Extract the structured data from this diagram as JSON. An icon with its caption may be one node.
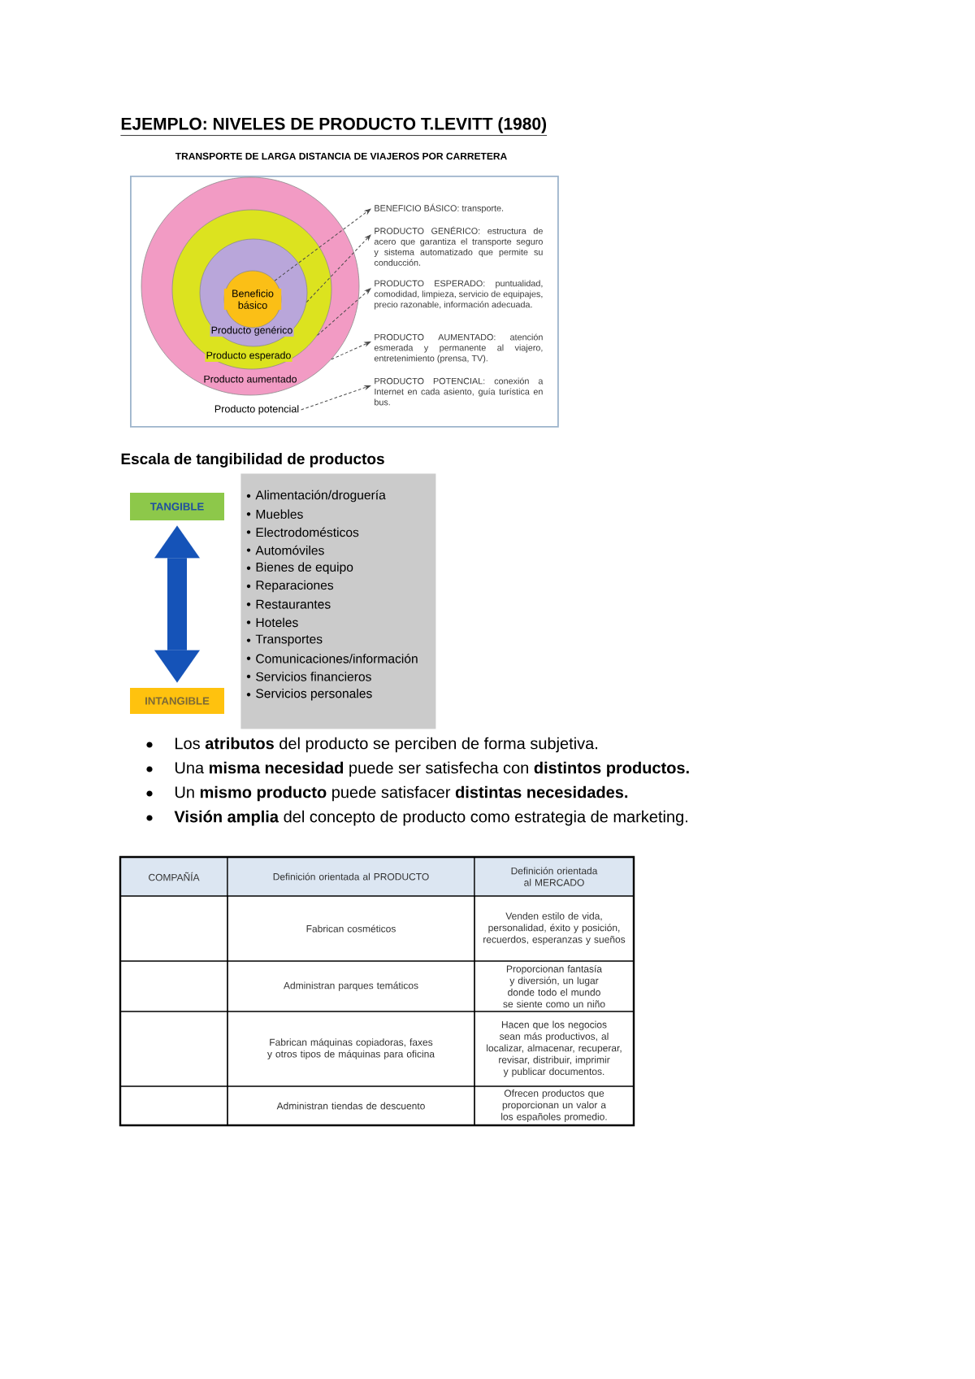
{
  "diagram": {
    "title": "EJEMPLO: NIVELES DE PRODUCTO T.LEVITT (1980)",
    "nodes": [
      {
        "text": [
          "TRANSPORTE DE LARGA DISTANCIA DE VIAJEROS POR CARRETERA"
        ]
      },
      {
        "text": [
          "Producto aumentado"
        ],
        "in": 0
      },
      {
        "text": [
          "Producto esperado"
        ],
        "in": 1
      },
      {
        "text": [
          "Producto genérico"
        ],
        "in": 2
      },
      {
        "text": [
          "Beneficio básico"
        ],
        "in": 3
      },
      {
        "text": [
          "Producto potencial"
        ],
        "in": 0
      },
      {
        "text": [
          "BENEFICIO BÁSICO: transporte."
        ],
        "in": 0
      },
      {
        "text": [
          "PRODUCTO GENÉRICO: estructura de acero que garantiza el transporte seguro y sistema automatizado que permite su conducción."
        ],
        "in": 0
      },
      {
        "text": [
          "PRODUCTO ESPERADO: puntualidad, comodidad, limpieza, servicio de equipajes, precio razonable, información adecuada."
        ],
        "in": 0
      },
      {
        "text": [
          "PRODUCTO AUMENTADO: atención esmerada y permanente al viajero, entretenimiento (prensa, TV)."
        ],
        "in": 0
      },
      {
        "text": [
          "PRODUCTO POTENCIAL: conexión a Internet en cada asiento, guía turística en bus."
        ],
        "in": 0
      },
      {
        "text": [
          "TANGIBLE"
        ]
      },
      {
        "text": [
          "Alimentación/droguería",
          "Muebles",
          "Electrodomésticos",
          "Automóviles",
          "Bienes de equipo",
          "Reparaciones",
          "Restaurantes",
          "Hoteles",
          "Transportes",
          "Comunicaciones/información",
          "Servicios financieros",
          "Servicios personales"
        ]
      },
      {
        "text": [
          "INTANGIBLE"
        ]
      }
    ],
    "edges": [
      {
        "from": 4,
        "to": 6,
        "arrow": "to",
        "style": "dashed"
      },
      {
        "from": 3,
        "to": 7,
        "arrow": "to",
        "style": "dashed"
      },
      {
        "from": 2,
        "to": 8,
        "arrow": "to",
        "style": "dashed"
      },
      {
        "from": 1,
        "to": 9,
        "arrow": "to",
        "style": "dashed"
      },
      {
        "from": 5,
        "to": 10,
        "arrow": "to",
        "style": "dashed"
      },
      {
        "from": 11,
        "to": 13,
        "arrow": "both",
        "style": "thick",
        "color": "#1553b8"
      }
    ],
    "labels": [
      "Escala de tangibilidad de productos",
      "Los **atributos** del producto se perciben de forma subjetiva.",
      "Una **misma necesidad** puede ser satisfecha con **distintos productos.**",
      "Un **mismo producto** puede satisfacer **distintas necesidades.**",
      "**Visión amplia** del concepto de producto como estrategia de marketing.",
      "COMPAÑÍA",
      "Definición orientada al PRODUCTO",
      "Definición orientada al MERCADO",
      "Fabrican cosméticos",
      "Venden estilo de vida, personalidad, éxito y posición, recuerdos, esperanzas y sueños",
      "Administran parques temáticos",
      "Proporcionan fantasía y diversión, un lugar donde todo el mundo se siente como un niño",
      "Fabrican máquinas copiadoras, faxes y otros tipos de máquinas para oficina",
      "Hacen que los negocios sean más productivos, al localizar, almacenar, recuperar, revisar, distribuir, imprimir y publicar documentos.",
      "Administran tiendas de descuento",
      "Ofrecen productos que proporcionan un valor a los españoles promedio."
    ]
  }
}
